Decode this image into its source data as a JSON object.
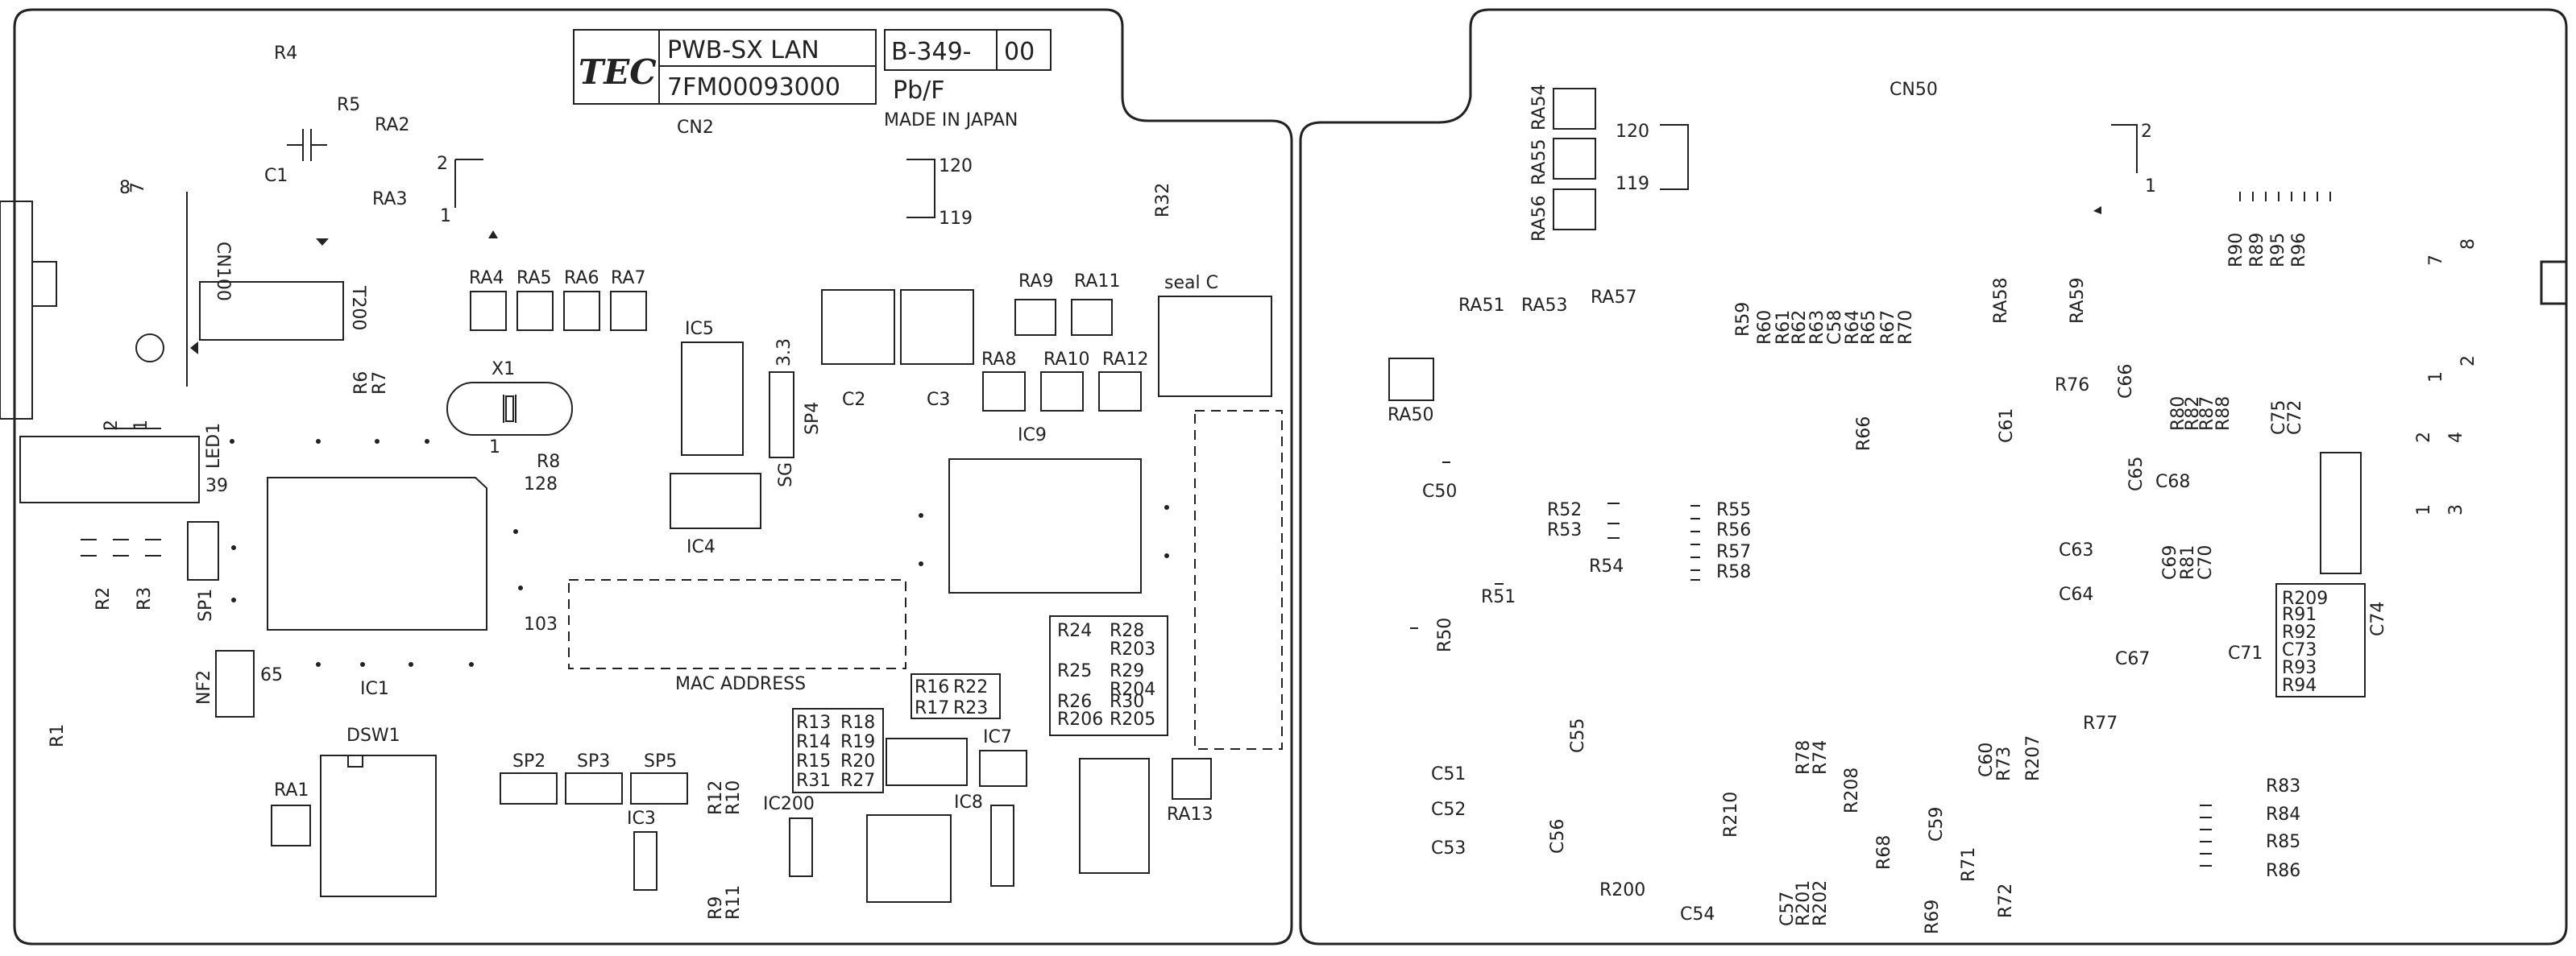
{
  "board": {
    "title": {
      "brand": "TEC",
      "board_name": "PWB-SX LAN",
      "part_no": "7FM00093000",
      "doc_no": "B-349-",
      "revision": "00",
      "finish": "Pb/F",
      "origin": "MADE IN JAPAN"
    },
    "left": {
      "labels": [
        "R4",
        "R5",
        "RA2",
        "C1",
        "RA3",
        "CN2",
        "120",
        "119",
        "R32",
        "CN100",
        "T200",
        "RA4",
        "RA5",
        "RA6",
        "RA7",
        "RA9",
        "RA11",
        "seal C",
        "IC5",
        "3.3",
        "C2",
        "C3",
        "RA8",
        "RA10",
        "RA12",
        "X1",
        "R6",
        "R7",
        "R8",
        "128",
        "IC9",
        "LED1",
        "39",
        "SP4",
        "SG",
        "IC4",
        "R2",
        "R3",
        "SP1",
        "103",
        "MAC ADDRESS",
        "IC1",
        "NF2",
        "65",
        "R1",
        "DSW1",
        "RA1",
        "SP2",
        "SP3",
        "SP5",
        "IC3",
        "R12",
        "R10",
        "R9",
        "R11",
        "IC200",
        "IC8",
        "IC7",
        "RA13"
      ],
      "groups": [
        [
          "R24",
          "R28",
          "R203",
          "R25",
          "R29",
          "R204",
          "R26",
          "R30",
          "R206",
          "R205"
        ],
        [
          "R16",
          "R22",
          "R17",
          "R23"
        ],
        [
          "R13",
          "R18",
          "R14",
          "R19",
          "R15",
          "R20",
          "R31",
          "R27"
        ]
      ]
    },
    "right": {
      "labels": [
        "CN50",
        "RA54",
        "RA55",
        "RA56",
        "120",
        "119",
        "R90",
        "R89",
        "R95",
        "R96",
        "RA51",
        "RA53",
        "RA57",
        "R59",
        "R60",
        "R61",
        "R62",
        "R63",
        "C58",
        "R64",
        "R65",
        "R67",
        "R70",
        "RA58",
        "RA59",
        "RA50",
        "R76",
        "C66",
        "R66",
        "C61",
        "R80",
        "R82",
        "R87",
        "R88",
        "C75",
        "C72",
        "C50",
        "C65",
        "C68",
        "R52",
        "R53",
        "R55",
        "R56",
        "R57",
        "R58",
        "R54",
        "C63",
        "C69",
        "R81",
        "C70",
        "R51",
        "C64",
        "R209",
        "R91",
        "R92",
        "C73",
        "R93",
        "R94",
        "C74",
        "R50",
        "C71",
        "C67",
        "R77",
        "C55",
        "C51",
        "C52",
        "C53",
        "C56",
        "R210",
        "R78",
        "R74",
        "R208",
        "C60",
        "R73",
        "R207",
        "C59",
        "R68",
        "R71",
        "R72",
        "R69",
        "C57",
        "R201",
        "R202",
        "R200",
        "C54",
        "R83",
        "R84",
        "R85",
        "R86"
      ],
      "connector_pins": [
        "2",
        "1",
        "7",
        "8",
        "1",
        "2",
        "2",
        "4",
        "1",
        "3"
      ]
    }
  }
}
